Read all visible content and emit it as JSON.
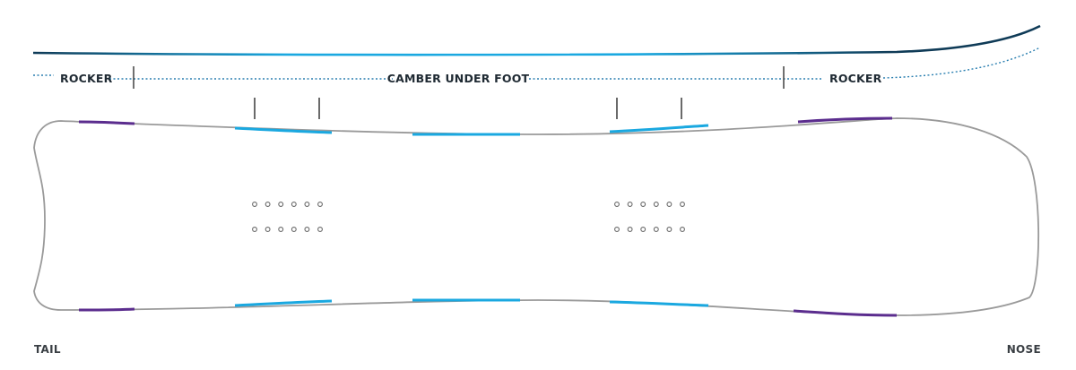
{
  "profile": {
    "zones": [
      {
        "id": "tail-rocker",
        "label": "ROCKER"
      },
      {
        "id": "camber",
        "label": "CAMBER UNDER FOOT"
      },
      {
        "id": "nose-rocker",
        "label": "ROCKER"
      }
    ]
  },
  "board": {
    "insert_pattern": {
      "clusters": 2,
      "rows_per_cluster": 2,
      "holes_per_row": 6
    },
    "stance_marks": 4
  },
  "ends": {
    "tail": "TAIL",
    "nose": "NOSE"
  },
  "colors": {
    "profile_line": "#0f3b57",
    "profile_highlight": "#1aa8e0",
    "dotted_line": "#2a7fb0",
    "outline": "#9a9a9a",
    "edge_blue": "#1aa8e0",
    "edge_purple": "#5b2d8e",
    "marker": "#333333",
    "insert": "#6a6a6a"
  }
}
